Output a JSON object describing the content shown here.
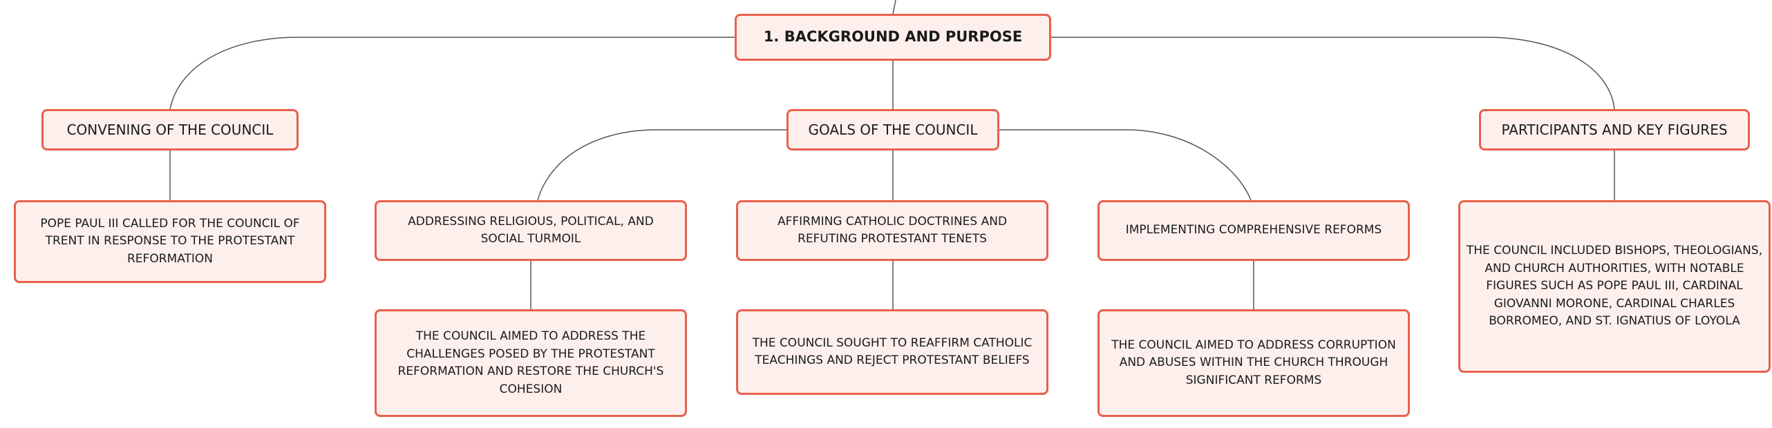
{
  "diagram": {
    "root": {
      "label": "1. BACKGROUND AND PURPOSE"
    },
    "branches": [
      {
        "label": "CONVENING OF THE COUNCIL",
        "children": [
          {
            "label": "POPE PAUL III CALLED FOR THE COUNCIL OF TRENT IN RESPONSE TO THE PROTESTANT REFORMATION"
          }
        ]
      },
      {
        "label": "GOALS OF THE COUNCIL",
        "children": [
          {
            "label": "ADDRESSING RELIGIOUS, POLITICAL, AND SOCIAL TURMOIL",
            "detail": "THE COUNCIL AIMED TO ADDRESS THE CHALLENGES POSED BY THE PROTESTANT REFORMATION AND RESTORE THE CHURCH'S COHESION"
          },
          {
            "label": "AFFIRMING CATHOLIC DOCTRINES AND REFUTING PROTESTANT TENETS",
            "detail": "THE COUNCIL SOUGHT TO REAFFIRM CATHOLIC TEACHINGS AND REJECT PROTESTANT BELIEFS"
          },
          {
            "label": "IMPLEMENTING COMPREHENSIVE REFORMS",
            "detail": "THE COUNCIL AIMED TO ADDRESS CORRUPTION AND ABUSES WITHIN THE CHURCH THROUGH SIGNIFICANT REFORMS"
          }
        ]
      },
      {
        "label": "PARTICIPANTS AND KEY FIGURES",
        "children": [
          {
            "label": "THE COUNCIL INCLUDED BISHOPS, THEOLOGIANS, AND CHURCH AUTHORITIES, WITH NOTABLE FIGURES SUCH AS POPE PAUL III, CARDINAL GIOVANNI MORONE, CARDINAL CHARLES BORROMEO, AND ST. IGNATIUS OF LOYOLA"
          }
        ]
      }
    ]
  },
  "colors": {
    "node_border": "#e8604c",
    "node_fill": "#fdf0ec",
    "connector": "#555555",
    "text": "#1a1a1a"
  }
}
